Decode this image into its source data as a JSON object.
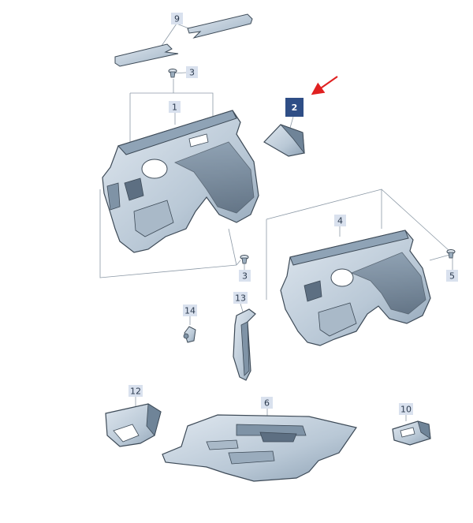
{
  "diagram": {
    "callouts": [
      {
        "id": "c9",
        "label": "9"
      },
      {
        "id": "c3a",
        "label": "3"
      },
      {
        "id": "c1",
        "label": "1"
      },
      {
        "id": "c2",
        "label": "2",
        "highlight": true
      },
      {
        "id": "c4",
        "label": "4"
      },
      {
        "id": "c3b",
        "label": "3"
      },
      {
        "id": "c5",
        "label": "5"
      },
      {
        "id": "c14",
        "label": "14"
      },
      {
        "id": "c13",
        "label": "13"
      },
      {
        "id": "c12",
        "label": "12"
      },
      {
        "id": "c6",
        "label": "6"
      },
      {
        "id": "c10",
        "label": "10"
      }
    ],
    "colors": {
      "part_fill": "#c7d3de",
      "part_dark": "#7f93a6",
      "part_stroke": "#3d4a57",
      "leader": "#8c99a6",
      "callout_bg": "#d9e1ee",
      "callout_text": "#2b3a4e",
      "callout_hl_bg": "#2f4e86",
      "arrow": "#e02020"
    }
  }
}
